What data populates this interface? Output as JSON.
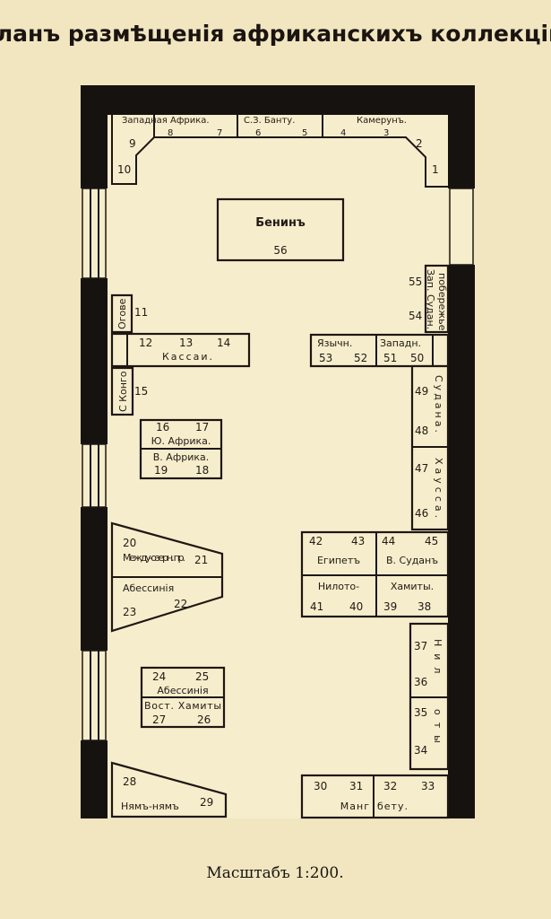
{
  "title": "Планъ размѣщенія африканскихъ коллекцій.",
  "scale": "Масштабъ 1:200.",
  "top_strip": {
    "label_west_africa": "Западная Африка.",
    "label_nw_bantu": "С.З. Банту.",
    "label_cameroon": "Камерунъ.",
    "nums": [
      "10",
      "9",
      "8",
      "7",
      "6",
      "5",
      "4",
      "3",
      "2",
      "1"
    ]
  },
  "benin": {
    "label": "Бенинъ",
    "num": "56"
  },
  "ogove": {
    "label": "Огове",
    "num": "11"
  },
  "kassai": {
    "label": "Кассаи.",
    "nums": [
      "12",
      "13",
      "14"
    ]
  },
  "s_congo": {
    "label": "С Конго",
    "num": "15"
  },
  "south_east_africa": {
    "label_south": "Ю. Африка.",
    "label_east": "В. Африка.",
    "nums": [
      "16",
      "17",
      "19",
      "18"
    ]
  },
  "interlake": {
    "label": "Между-озерн. пр.",
    "label_b": "Абессинія",
    "nums": [
      "20",
      "21",
      "23",
      "22"
    ]
  },
  "abyssinia_box": {
    "label_a": "Абессинія",
    "label_b": "Вост. Хамиты",
    "nums": [
      "24",
      "25",
      "27",
      "26"
    ]
  },
  "nyam_nyam": {
    "label": "Нямъ-нямъ",
    "nums": [
      "28",
      "29"
    ]
  },
  "west_sudan": {
    "label": "Зап. Судан.",
    "sub": "побережье",
    "nums": [
      "55",
      "54"
    ]
  },
  "pagans": {
    "label": "Язычн.",
    "label_b": "Западн.",
    "nums": [
      "53",
      "52",
      "51",
      "50"
    ]
  },
  "sudan_hausa": {
    "label_a": "Судана.",
    "label_b": "Хаусса.",
    "nums": [
      "49",
      "48",
      "47",
      "46"
    ]
  },
  "egypt": {
    "label_a": "Египетъ",
    "label_b": "В. Суданъ",
    "label_c": "Нилото-",
    "label_d": "Хамиты.",
    "nums": [
      "42",
      "43",
      "44",
      "45",
      "41",
      "40",
      "39",
      "38"
    ]
  },
  "nilotes": {
    "label_a": "Нил",
    "label_b": "оты",
    "nums": [
      "37",
      "36",
      "35",
      "34"
    ]
  },
  "mangbetu": {
    "label_a": "Манг",
    "label_b": "бету.",
    "nums": [
      "30",
      "31",
      "32",
      "33"
    ]
  }
}
